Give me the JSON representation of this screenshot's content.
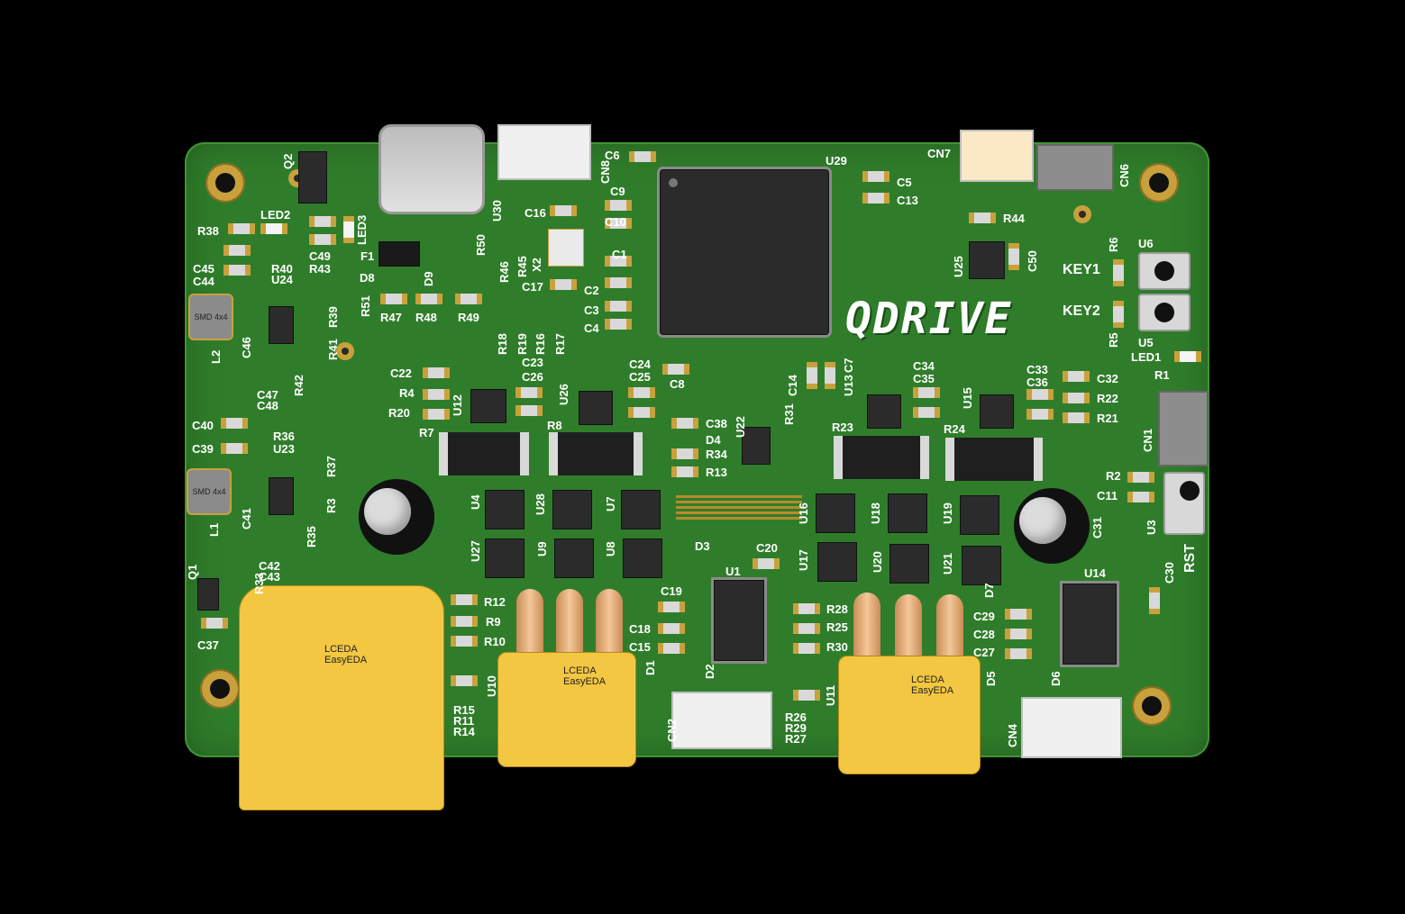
{
  "board": {
    "brand": "QDRIVE",
    "logo_lines": [
      "LCEDA",
      "EasyEDA"
    ],
    "inductor_label": "SMD 4x4",
    "colors": {
      "pcb": "#2f7d2a",
      "silkscreen": "#ffffff",
      "gold": "#c9a13c",
      "xt_connector": "#f3c742",
      "background": "#000000"
    }
  },
  "labels": {
    "q2": "Q2",
    "c42": "C42",
    "u30": "U30",
    "cn8": "CN8",
    "c6": "C6",
    "u29": "U29",
    "cn7": "CN7",
    "cn6": "CN6",
    "c5": "C5",
    "c13": "C13",
    "r44": "R44",
    "led2": "LED2",
    "r38": "R38",
    "led3": "LED3",
    "c49": "C49",
    "r43": "R43",
    "f1": "F1",
    "r50": "R50",
    "c16": "C16",
    "c9": "C9",
    "c10": "C10",
    "c1": "C1",
    "c2": "C2",
    "c3": "C3",
    "c4": "C4",
    "r46": "R46",
    "r45": "R45",
    "x2": "X2",
    "c17": "C17",
    "d8": "D8",
    "d9": "D9",
    "c45": "C45",
    "c44": "C44",
    "r40": "R40",
    "u24": "U24",
    "r51": "R51",
    "r47": "R47",
    "r48": "R48",
    "r49": "R49",
    "r18": "R18",
    "r19": "R19",
    "r16": "R16",
    "r17": "R17",
    "r39": "R39",
    "r41": "R41",
    "l2": "L2",
    "c46": "C46",
    "u25": "U25",
    "c50": "C50",
    "key1": "KEY1",
    "key2": "KEY2",
    "r6": "R6",
    "u6": "U6",
    "r5": "R5",
    "u5": "U5",
    "led1": "LED1",
    "r1": "R1",
    "c47": "C47",
    "c48": "C48",
    "r42": "R42",
    "c22": "C22",
    "r4": "R4",
    "r20": "R20",
    "u12": "U12",
    "c23": "C23",
    "c26": "C26",
    "u26": "U26",
    "c24": "C24",
    "c25": "C25",
    "c8": "C8",
    "c14": "C14",
    "u13": "U13",
    "c7": "C7",
    "c34": "C34",
    "c35": "C35",
    "u15": "U15",
    "c33": "C33",
    "c36": "C36",
    "c32": "C32",
    "r22": "R22",
    "r21": "R21",
    "cn1": "CN1",
    "c40": "C40",
    "c39": "C39",
    "r36": "R36",
    "u23": "U23",
    "r37": "R37",
    "r3": "R3",
    "r35": "R35",
    "l1": "L1",
    "c41": "C41",
    "r7": "R7",
    "r8": "R8",
    "c38": "C38",
    "d4": "D4",
    "r34": "R34",
    "r13": "R13",
    "u22": "U22",
    "r31": "R31",
    "r23": "R23",
    "r24": "R24",
    "r2": "R2",
    "c11": "C11",
    "u3": "U3",
    "rst": "RST",
    "u4": "U4",
    "u28": "U28",
    "u7": "U7",
    "u27": "U27",
    "u9": "U9",
    "u8": "U8",
    "d3": "D3",
    "c20": "C20",
    "u1": "U1",
    "u16": "U16",
    "u17": "U17",
    "u18": "U18",
    "u20": "U20",
    "u19": "U19",
    "u21": "U21",
    "c31": "C31",
    "u14": "U14",
    "c30": "C30",
    "q1": "Q1",
    "c42b": "C42",
    "c43": "C43",
    "c37": "C37",
    "r33": "R33",
    "r12": "R12",
    "r9": "R9",
    "r10": "R10",
    "r15": "R15",
    "r11": "R11",
    "r14": "R14",
    "u10": "U10",
    "c19": "C19",
    "c18": "C18",
    "c15": "C15",
    "d1": "D1",
    "d2": "D2",
    "cn2": "CN2",
    "r28": "R28",
    "r25": "R25",
    "r30": "R30",
    "r26": "R26",
    "r29": "R29",
    "r27": "R27",
    "u11": "U11",
    "d7": "D7",
    "c29": "C29",
    "c28": "C28",
    "c27": "C27",
    "d5": "D5",
    "d6": "D6",
    "cn4": "CN4"
  }
}
